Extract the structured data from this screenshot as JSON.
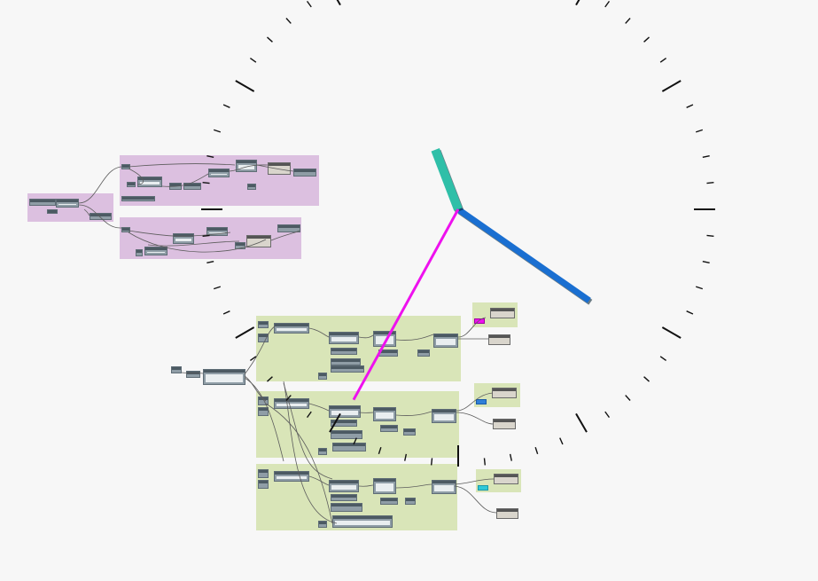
{
  "canvas": {
    "background": "#f7f7f7"
  },
  "clock": {
    "minute_ticks": 60,
    "major_every": 5,
    "tick_color": "#111111",
    "hands": {
      "hour": {
        "color": "#2fbfa8",
        "hour_value": 11.3
      },
      "minute": {
        "color": "#1a6fd1",
        "minute_value": 20.8
      },
      "second": {
        "color": "#ee11ee",
        "second_value": 34.8
      }
    }
  },
  "groups": {
    "purple_color": "#dcc0e0",
    "green_color": "#d9e5b8",
    "node_color": "#8f9da6",
    "wire_color": "#5c5c5c",
    "watch_node_color": "#d9d5cc",
    "accent_cyan": "#2fc9d8",
    "accent_magenta": "#ee11ee"
  }
}
